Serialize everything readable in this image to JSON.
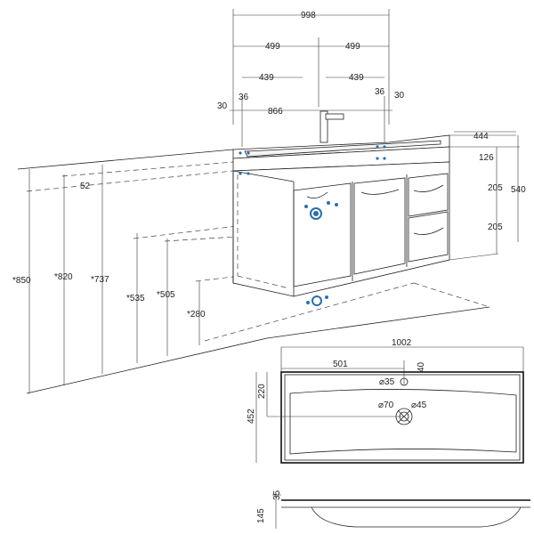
{
  "colors": {
    "line": "#222222",
    "accent": "#2a6fb0",
    "background": "#ffffff"
  },
  "top_dims": {
    "overall_width": "998",
    "half_left": "499",
    "half_right": "499",
    "inner_left": "439",
    "inner_right": "439",
    "offset_left_36": "36",
    "offset_right_36": "36",
    "offset_left_30": "30",
    "offset_right_30": "30",
    "basin_width": "866"
  },
  "right_dims": {
    "depth": "444",
    "top_drawer": "126",
    "drawer_middle": "205",
    "drawer_lower": "205",
    "total_height": "540"
  },
  "left_dims": {
    "top_lip": "52",
    "h850": "*850",
    "h820": "*820",
    "h737": "*737",
    "h535": "*535",
    "h505": "*505",
    "h280": "*280"
  },
  "basin_plan": {
    "width": "1002",
    "half": "501",
    "depth": "452",
    "to_drain": "220",
    "tap_hole_offset": "40",
    "tap_hole_dia": "⌀35",
    "drain_dia_outer": "⌀70",
    "drain_dia_inner": "⌀45"
  },
  "basin_section": {
    "rim": "35",
    "height": "145"
  }
}
